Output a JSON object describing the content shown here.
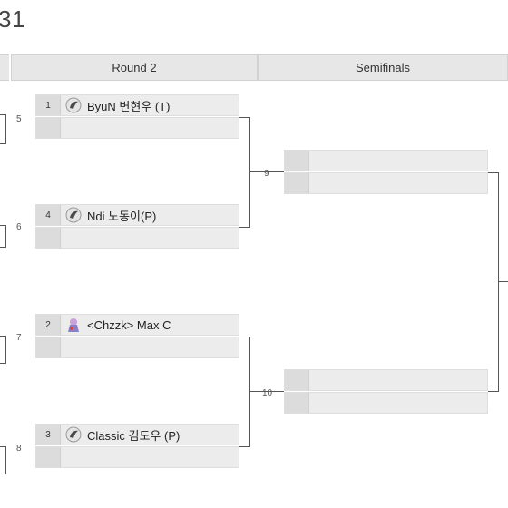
{
  "title_fragment": "31",
  "headers": {
    "round2": "Round 2",
    "semifinals": "Semifinals"
  },
  "left_match_numbers": [
    "5",
    "6",
    "7",
    "8"
  ],
  "round2": [
    {
      "match": "5",
      "top": {
        "seed": "1",
        "name": "ByuN 변현우 (T)",
        "icon": "terran-race-icon"
      },
      "bottom": {
        "seed": "",
        "name": ""
      }
    },
    {
      "match": "6",
      "top": {
        "seed": "4",
        "name": "Ndi 노동이(P)",
        "icon": "protoss-race-icon"
      },
      "bottom": {
        "seed": "",
        "name": ""
      }
    },
    {
      "match": "7",
      "top": {
        "seed": "2",
        "name": "<Chzzk> Max C",
        "icon": "zerg-race-icon"
      },
      "bottom": {
        "seed": "",
        "name": ""
      }
    },
    {
      "match": "8",
      "top": {
        "seed": "3",
        "name": "Classic 김도우 (P)",
        "icon": "protoss-race-icon"
      },
      "bottom": {
        "seed": "",
        "name": ""
      }
    }
  ],
  "semifinals": [
    {
      "match": "9",
      "top": {
        "seed": "",
        "name": ""
      },
      "bottom": {
        "seed": "",
        "name": ""
      }
    },
    {
      "match": "10",
      "top": {
        "seed": "",
        "name": ""
      },
      "bottom": {
        "seed": "",
        "name": ""
      }
    }
  ]
}
